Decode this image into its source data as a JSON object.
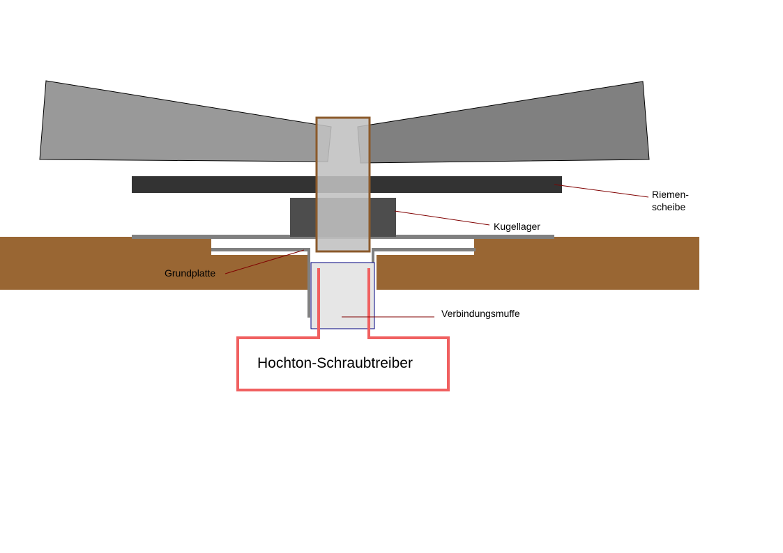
{
  "labels": {
    "riemenscheibe_line1": "Riemen-",
    "riemenscheibe_line2": "scheibe",
    "kugellager": "Kugellager",
    "grundplatte": "Grundplatte",
    "verbindungsmuffe": "Verbindungsmuffe",
    "hochton_schraubtreiber": "Hochton-Schraubtreiber"
  },
  "colors": {
    "wood": "#996633",
    "blade_left": "#999999",
    "blade_right": "#808080",
    "pulley": "#333333",
    "bearing": "#4d4d4d",
    "shaft_fill": "#c0c0c0",
    "shaft_outline": "#8b5a2b",
    "plate": "#808080",
    "sleeve_fill": "#e6e6e6",
    "sleeve_outline": "#000080",
    "driver_outline": "#f06060",
    "leader_line": "#800000"
  }
}
